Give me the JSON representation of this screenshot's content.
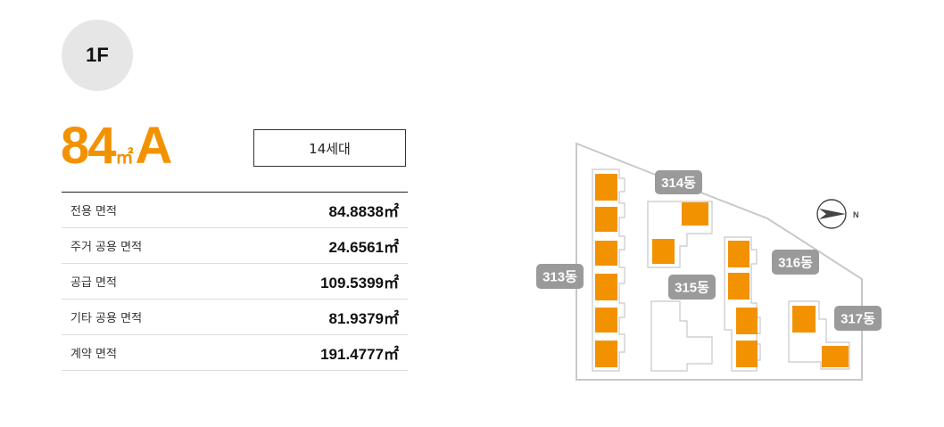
{
  "floor": "1F",
  "unit": {
    "number": "84",
    "sqm": "㎡",
    "letter": "A"
  },
  "households": "14세대",
  "areas": [
    {
      "label": "전용 면적",
      "value": "84.8838㎡"
    },
    {
      "label": "주거 공용 면적",
      "value": "24.6561㎡"
    },
    {
      "label": "공급 면적",
      "value": "109.5399㎡"
    },
    {
      "label": "기타 공용 면적",
      "value": "81.9379㎡"
    },
    {
      "label": "계약 면적",
      "value": "191.4777㎡"
    }
  ],
  "site_map": {
    "buildings": [
      "313동",
      "314동",
      "315동",
      "316동",
      "317동"
    ],
    "compass": "N",
    "colors": {
      "highlight": "#f39200",
      "label_bg": "#9a9a9a",
      "outline": "#c8c8c8"
    }
  }
}
